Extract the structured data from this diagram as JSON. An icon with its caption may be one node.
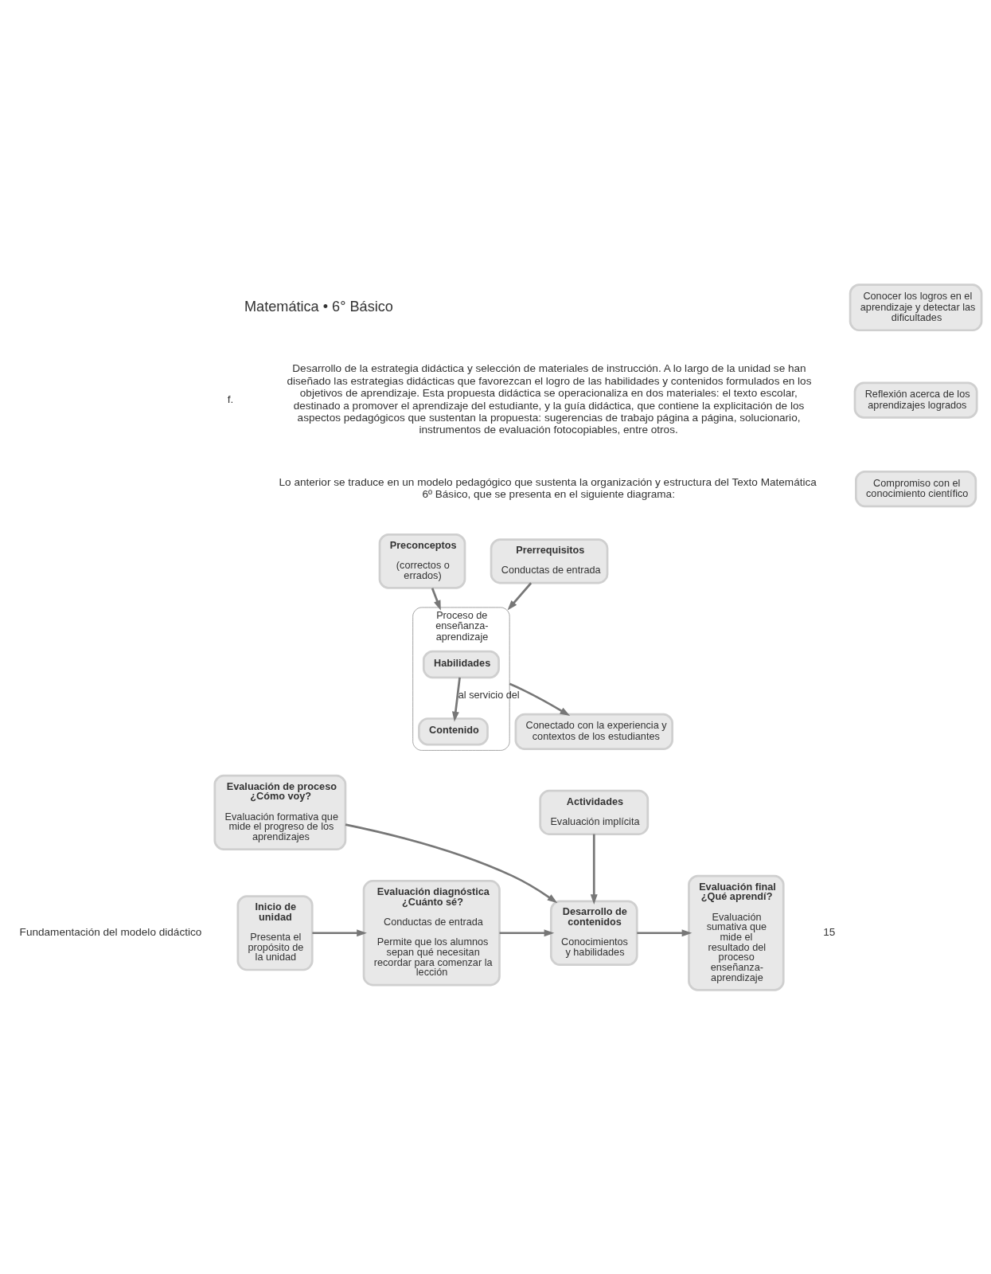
{
  "diagram": {
    "nodes": [
      {
        "text": [
          "Prerrequisitos",
          "Conductas de entrada"
        ]
      },
      {
        "text": [
          "Preconceptos",
          "(correctos o errados)"
        ]
      },
      {
        "text": [
          "Proceso de enseñanza-aprendizaje"
        ]
      },
      {
        "text": [
          "Habilidades"
        ],
        "in": 2
      },
      {
        "text": [
          "Contenido"
        ],
        "in": 2
      },
      {
        "text": [
          "Conocer los logros en el aprendizaje y detectar las dificultades"
        ]
      },
      {
        "text": [
          "Reflexión acerca de los aprendizajes logrados"
        ]
      },
      {
        "text": [
          "Compromiso con el conocimiento científico"
        ]
      },
      {
        "text": [
          "Conectado con la experiencia y contextos de los estudiantes"
        ]
      },
      {
        "text": [
          "Actividades",
          "Evaluación implícita"
        ]
      },
      {
        "text": [
          "Inicio de unidad",
          "Presenta el propósito de la unidad"
        ]
      },
      {
        "text": [
          "Evaluación diagnóstica ¿Cuánto sé?",
          "Conductas de entrada",
          "Permite que los alumnos sepan qué necesitan recordar para comenzar la lección"
        ]
      },
      {
        "text": [
          "Desarrollo de contenidos",
          "Conocimientos y habilidades"
        ]
      },
      {
        "text": [
          "Evaluación final ¿Qué aprendí?",
          "Evaluación sumativa que mide el resultado del proceso enseñanza-aprendizaje"
        ]
      },
      {
        "text": [
          "Evaluación de proceso ¿Cómo voy?",
          "Evaluación formativa que mide el progreso de los aprendizajes"
        ]
      }
    ],
    "edges": [
      {
        "from": 0,
        "to": 2,
        "arrow": "to"
      },
      {
        "from": 1,
        "to": 2,
        "arrow": "to"
      },
      {
        "from": 3,
        "to": 4,
        "arrow": "to",
        "label": "al servicio del"
      },
      {
        "from": 2,
        "to": 8,
        "arrow": "to"
      },
      {
        "from": 9,
        "to": 12,
        "arrow": "to"
      },
      {
        "from": 10,
        "to": 11,
        "arrow": "to"
      },
      {
        "from": 11,
        "to": 12,
        "arrow": "to"
      },
      {
        "from": 12,
        "to": 13,
        "arrow": "to"
      },
      {
        "from": 14,
        "to": 12,
        "arrow": "to"
      }
    ],
    "labels": [
      "Matemática • 6° Básico",
      "f.",
      "Desarrollo de la estrategia didáctica y selección de materiales de instrucción. A lo largo de la unidad se han diseñado las estrategias didácticas que favorezcan el logro de las habilidades y contenidos formulados en los objetivos de aprendizaje. Esta propuesta didáctica se operacionaliza en dos materiales: el texto escolar, destinado a promover el aprendizaje del estudiante, y la guía didáctica, que contiene la explicitación de los aspectos pedagógicos que sustentan la propuesta: sugerencias de trabajo página a página, solucionario, instrumentos de evaluación fotocopiables, entre otros.",
      "Lo anterior se traduce en un modelo pedagógico que sustenta la organización y estructura del Texto Matemática 6º Básico, que se presenta en el siguiente diagrama:",
      "Fundamentación del modelo didáctico",
      "15"
    ]
  }
}
